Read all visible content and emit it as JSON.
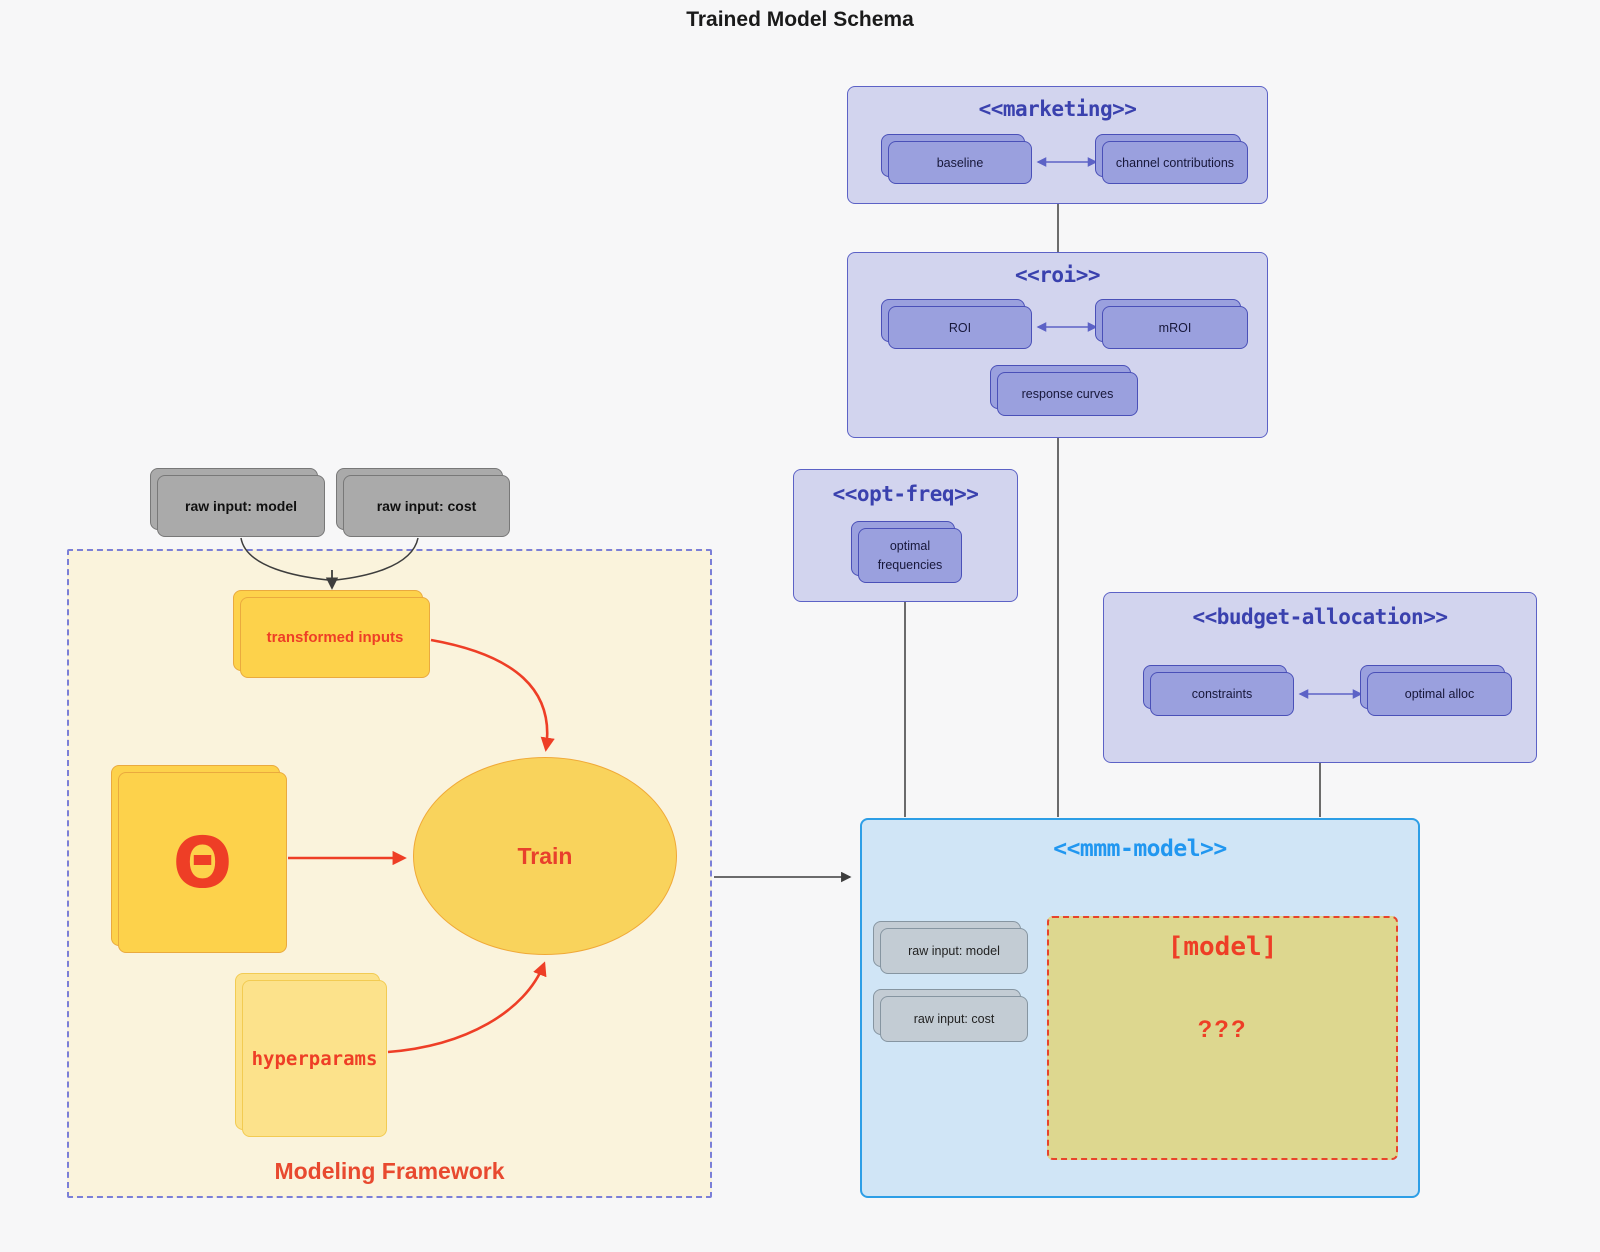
{
  "title": "Trained Model Schema",
  "colors": {
    "background": "#f7f7f8",
    "purple_container_fill": "#d2d4ee",
    "purple_border": "#5c62c6",
    "purple_title": "#3a41ae",
    "purple_node_fill": "#9aa0de",
    "gray_node_fill": "#aaaaaa",
    "framework_fill": "#faf3dc",
    "framework_border": "#7b7fd8",
    "yellow_node_fill": "#fdd24b",
    "light_yellow_node_fill": "#fce28b",
    "accent_red": "#ee3e26",
    "mmm_fill": "#d0e5f6",
    "mmm_border": "#2d9ee6",
    "mmm_title": "#2197f0",
    "model_box_fill": "#ddd78f",
    "line_dark": "#3d3d3d"
  },
  "marketing": {
    "title": "<<marketing>>",
    "baseline": "baseline",
    "channel": "channel contributions"
  },
  "roi": {
    "title": "<<roi>>",
    "roi": "ROI",
    "mroi": "mROI",
    "response": "response curves"
  },
  "optfreq": {
    "title": "<<opt-freq>>",
    "optimal": "optimal frequencies"
  },
  "budget": {
    "title": "<<budget-allocation>>",
    "constraints": "constraints",
    "alloc": "optimal alloc"
  },
  "inputs": {
    "model": "raw input: model",
    "cost": "raw input: cost"
  },
  "framework": {
    "title": "Modeling Framework",
    "transformed": "transformed inputs",
    "theta": "Θ",
    "train": "Train",
    "hyperparams": "hyperparams"
  },
  "mmm": {
    "title": "<<mmm-model>>",
    "raw_model": "raw input: model",
    "raw_cost": "raw input: cost",
    "model": "[model]",
    "unknown": "???"
  },
  "edges": [
    {
      "from": "raw-input-model",
      "to": "transformed-inputs",
      "style": "solid-dark-arrow"
    },
    {
      "from": "raw-input-cost",
      "to": "transformed-inputs",
      "style": "solid-dark-arrow"
    },
    {
      "from": "transformed-inputs",
      "to": "train",
      "style": "solid-red-arrow"
    },
    {
      "from": "theta",
      "to": "train",
      "style": "solid-red-arrow"
    },
    {
      "from": "hyperparams",
      "to": "train",
      "style": "solid-red-arrow"
    },
    {
      "from": "modeling-framework",
      "to": "mmm-model",
      "style": "solid-dark-arrow"
    },
    {
      "from": "baseline",
      "to": "channel-contributions",
      "style": "bidirectional-purple"
    },
    {
      "from": "ROI",
      "to": "mROI",
      "style": "bidirectional-purple"
    },
    {
      "from": "constraints",
      "to": "optimal-alloc",
      "style": "bidirectional-purple"
    },
    {
      "from": "marketing",
      "to": "roi",
      "style": "plain-line"
    },
    {
      "from": "roi",
      "to": "mmm-model",
      "style": "plain-line"
    },
    {
      "from": "opt-freq",
      "to": "mmm-model",
      "style": "plain-line"
    },
    {
      "from": "budget-allocation",
      "to": "mmm-model",
      "style": "plain-line"
    }
  ]
}
